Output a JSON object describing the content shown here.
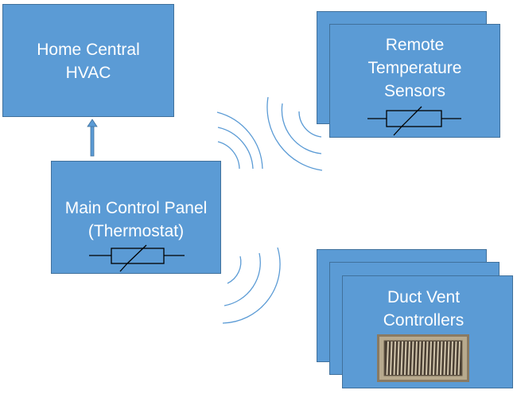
{
  "nodes": {
    "hvac": {
      "label": "Home Central\nHVAC"
    },
    "panel": {
      "label": "Main Control Panel\n(Thermostat)"
    },
    "sensors": {
      "label": "Remote\nTemperature\nSensors"
    },
    "vents": {
      "label": "Duct Vent\nControllers"
    }
  },
  "icons": [
    "thermistor-icon",
    "wireless-signal-icon",
    "vent-grille-icon",
    "arrow-up-icon"
  ],
  "colors": {
    "box_fill": "#5b9bd5",
    "box_border": "#41719c",
    "signal": "#5b9bd5",
    "text": "#ffffff"
  }
}
